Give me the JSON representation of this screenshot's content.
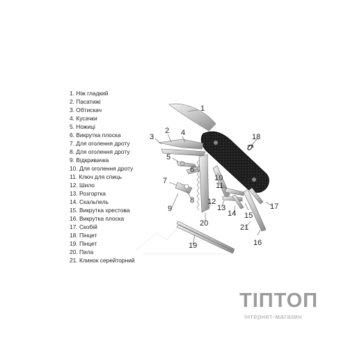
{
  "legend": [
    "1. Ніж гладкий",
    "2. Пасатижі",
    "3. Обтискач",
    "4. Кусачки",
    "5. Ножиці",
    "6. Викрутка плоска",
    "7. Для оголення дроту",
    "8. Для оголення дроту",
    "9. Відкривачка",
    "10. Для оголення дроту",
    "11. Ключ для спиць",
    "12. Шило",
    "13. Розгортка",
    "14. Скальпель",
    "15. Викрутка хрестова",
    "16. Викрутка плоска",
    "17. Скобій",
    "18. Пінцет",
    "19. Пінцет",
    "20. Пила",
    "21. Клинок серейторний"
  ],
  "callouts": [
    "1",
    "2",
    "3",
    "4",
    "5",
    "6",
    "7",
    "8",
    "9",
    "10",
    "11",
    "12",
    "13",
    "14",
    "15",
    "16",
    "17",
    "18",
    "19",
    "20",
    "21"
  ],
  "brand": {
    "name": "ТІПТОП",
    "subtitle": "інтернет-магазин"
  }
}
